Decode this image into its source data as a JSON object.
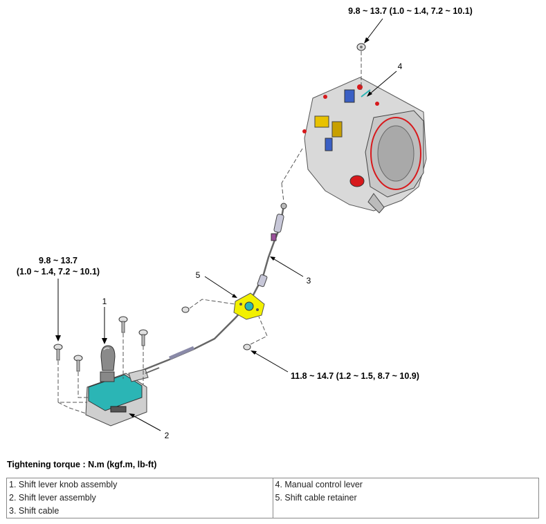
{
  "callouts": {
    "torque_top": "9.8 ~ 13.7 (1.0 ~ 1.4, 7.2 ~ 10.1)",
    "torque_left_line1": "9.8 ~ 13.7",
    "torque_left_line2": "(1.0 ~ 1.4, 7.2 ~ 10.1)",
    "torque_right": "11.8 ~ 14.7 (1.2 ~ 1.5, 8.7 ~ 10.9)",
    "num1": "1",
    "num2": "2",
    "num3": "3",
    "num4": "4",
    "num5": "5"
  },
  "torque_heading": "Tightening torque : N.m (kgf.m, lb-ft)",
  "legend": {
    "left": [
      "1. Shift lever knob assembly",
      "2. Shift lever assembly",
      "3. Shift cable"
    ],
    "right": [
      "4. Manual control lever",
      "5. Shift cable retainer"
    ]
  },
  "colors": {
    "lever_body": "#2bb5b5",
    "retainer": "#f2f000",
    "transaxle_accent": "#d7191c",
    "line": "#000000"
  }
}
